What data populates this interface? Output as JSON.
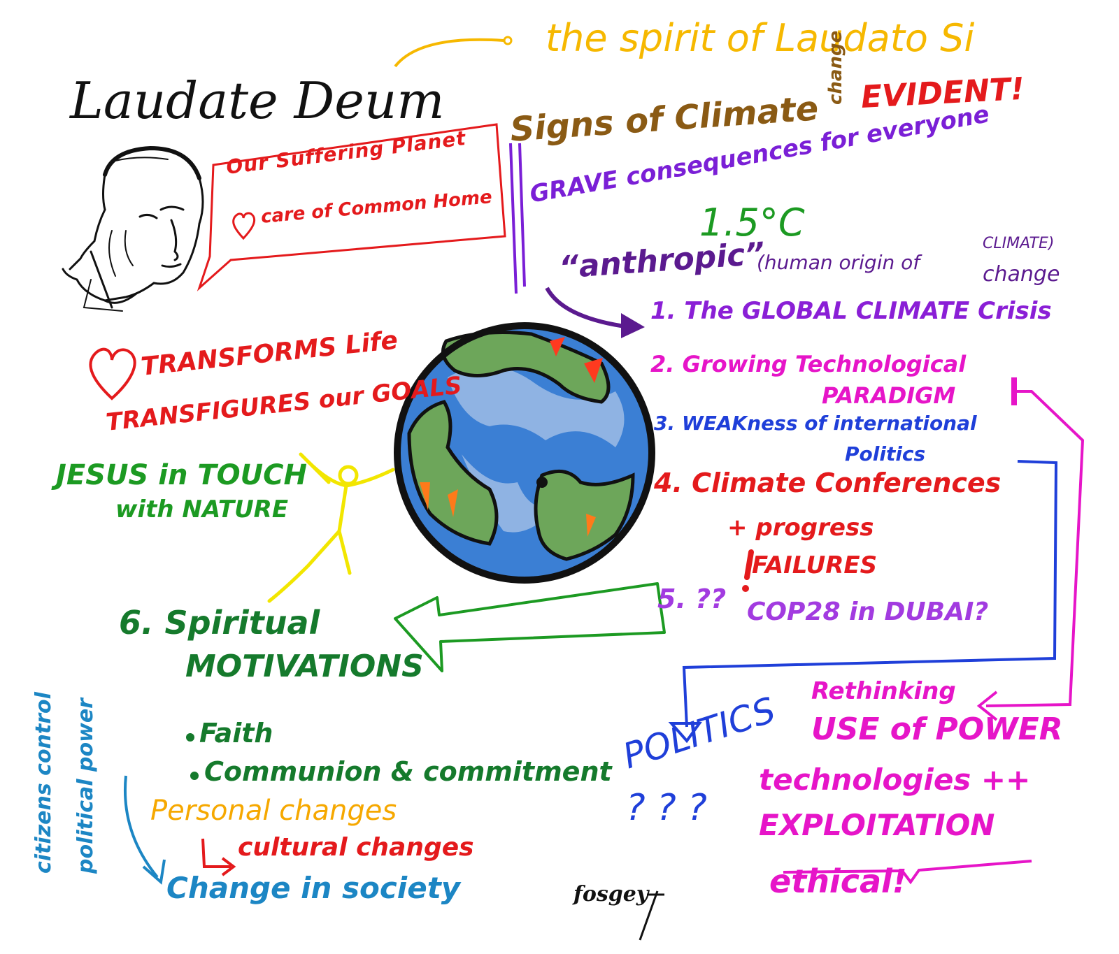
{
  "title": "Laudate Deum",
  "spirit": "the spirit of Laudato Si",
  "speech": {
    "line1": "Our Suffering Planet",
    "line2": "care of Common Home"
  },
  "signs": {
    "text": "Signs of Climate",
    "change": "change",
    "evident": "EVIDENT!"
  },
  "grave": "GRAVE consequences for everyone",
  "temp": "1.5°C",
  "anthropic": {
    "word": "“anthropic”",
    "paren": "(human origin of",
    "climate": "CLIMATE)",
    "change": "change"
  },
  "list": {
    "item1": "1. The GLOBAL CLIMATE Crisis",
    "item2a": "2. Growing Technological",
    "item2b": "PARADIGM",
    "item3a": "3. WEAKness of international",
    "item3b": "Politics",
    "item4a": "4. Climate Conferences",
    "item4b": "+ progress",
    "item4c": "FAILURES",
    "item5a": "5. ??",
    "item5b": "COP28 in DUBAI?"
  },
  "love": {
    "transforms": "TRANSFORMS Life",
    "transfigures": "TRANSFIGURES our GOALS"
  },
  "jesus": {
    "line1": "JESUS in TOUCH",
    "line2": "with NATURE"
  },
  "spiritual": {
    "line1": "6. Spiritual",
    "line2": "MOTIVATIONS",
    "bullet1": "Faith",
    "bullet2": "Communion & commitment"
  },
  "citizens": {
    "line1": "citizens control",
    "line2": "political power"
  },
  "changes": {
    "personal": "Personal changes",
    "cultural": "cultural changes",
    "society": "Change in society"
  },
  "politics": {
    "label": "POLITICS",
    "q": "? ? ?"
  },
  "rethink": {
    "line1": "Rethinking",
    "line2": "USE of POWER",
    "line3": "technologies ++",
    "line4": "EXPLOITATION",
    "line5": "ethical!"
  },
  "signature": "fosgey",
  "colors": {
    "black": "#111111",
    "orange": "#f6b800",
    "brown": "#8a5a14",
    "red": "#e41a1c",
    "purple": "#7a1fd6",
    "green": "#1c9a22",
    "darkgreen": "#157a2c",
    "blue": "#1f3fd9",
    "magenta": "#e615c8",
    "yellow": "#f2e600",
    "teal": "#1c86c4",
    "orangeYellow": "#f6a800",
    "globeBlue": "#3b7fd4",
    "globeLight": "#8fb3e3",
    "globeGreen": "#6da65a",
    "globeRed": "#ff3a1f",
    "globeOrange": "#ff7a1a"
  }
}
